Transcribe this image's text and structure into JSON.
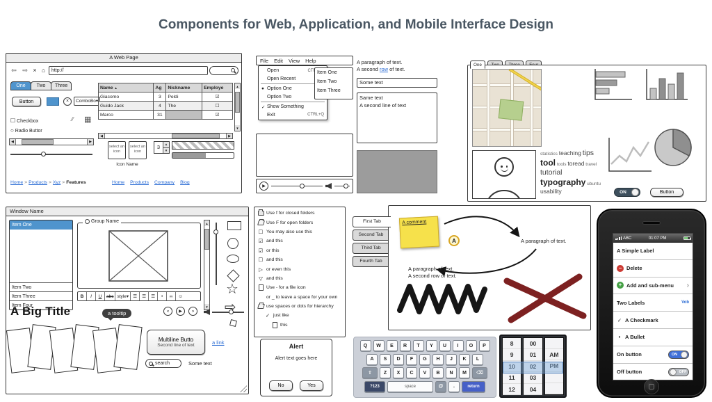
{
  "page_title": "Components for Web, Application, and Mobile Interface Design",
  "icons": {
    "back": "⇦",
    "forward": "⇨",
    "close": "×",
    "home": "⌂",
    "sort_asc": "▲",
    "caret_down": "▾",
    "check": "✓",
    "bullet": "•",
    "radio_off": "○",
    "checkbox_on": "☑",
    "checkbox_off": "☐",
    "play": "▶",
    "rewind": "«",
    "fastforward": "»",
    "chevron_right": "›",
    "scroll_left": "◀",
    "scroll_right": "▶",
    "scroll_up": "▲",
    "scroll_down": "▼",
    "stepper_up": "▲",
    "stepper_down": "▼",
    "plus": "+",
    "minus": "−",
    "star": "☆",
    "block_arrow": "⇨",
    "calendar": "▦",
    "slashes": "⁄⁄",
    "triangle_right": "▷",
    "triangle_down": "▽"
  },
  "browser": {
    "window_title": "A Web Page",
    "url": "http://",
    "tabs": [
      "One",
      "Two",
      "Three"
    ],
    "button": "Button",
    "combobox": "ComboBo",
    "checkbox": "Checkbox",
    "radio": "Radio Buttor",
    "table": {
      "headers": [
        "Name",
        "Ag",
        "Nickname",
        "Employe"
      ],
      "rows": [
        {
          "name": "Giacomo",
          "age": "3",
          "nickname": "Peldi",
          "employee": "☑"
        },
        {
          "name": "Guido Jack",
          "age": "4",
          "nickname": "The",
          "employee": "☐"
        },
        {
          "name": "Marco",
          "age": "31",
          "nickname": "",
          "employee": "☑"
        }
      ]
    },
    "icon_picker": {
      "box_label": "select an icon",
      "caption": "Icon Name"
    },
    "stepper_value": "3",
    "breadcrumb": {
      "items": [
        "Home",
        "Products",
        "Xyz"
      ],
      "separator": ">",
      "current": "Features"
    },
    "nav_links": [
      "Home",
      "Products",
      "Company",
      "Blog"
    ]
  },
  "menu_demo": {
    "menubar": [
      "File",
      "Edit",
      "View",
      "Help"
    ],
    "dropdown": [
      {
        "prefix": "",
        "label": "Open",
        "shortcut": "CTRL+C"
      },
      {
        "prefix": "",
        "label": "Open Recent",
        "shortcut": ""
      },
      {
        "prefix": "●",
        "label": "Option One",
        "shortcut": ""
      },
      {
        "prefix": "",
        "label": "Option Two",
        "shortcut": ""
      },
      {
        "prefix": "✓",
        "label": "Show Something",
        "shortcut": ""
      },
      {
        "prefix": "",
        "label": "Exit",
        "shortcut": "CTRL+Q"
      }
    ],
    "list_items": [
      "Item One",
      "Item Two",
      "Item Three"
    ]
  },
  "texts": {
    "para_line1": "A paragraph of text.",
    "para_line2_pre": "A second ",
    "para_line2_link": "row",
    "para_line2_post": " of text.",
    "field_value": "Some text",
    "area_line1": "Same text",
    "area_line2": "A second line of text"
  },
  "charts_panel": {
    "tabs": [
      "One",
      "Two",
      "Three",
      "Four"
    ],
    "widgets": [
      "map",
      "horizontal-bar-chart",
      "vertical-bar-chart",
      "smiley-avatar",
      "tag-cloud",
      "line-chart",
      "pie-chart"
    ],
    "tag_cloud": [
      "statistics",
      "teaching",
      "tips",
      "tool",
      "tools",
      "toread",
      "travel",
      "tutorial",
      "typography",
      "ubuntu",
      "usability"
    ],
    "toggle_on": "ON",
    "button": "Button"
  },
  "window": {
    "title": "Window Name",
    "list": [
      "Item One",
      "Item Two",
      "Item Three",
      "Item Four"
    ],
    "group_label": "Group Name",
    "toolbar": [
      "B",
      "I",
      "U",
      "abc",
      "style",
      "☰",
      "☰",
      "☰",
      "•",
      "∞",
      "☺"
    ],
    "big_title": "A Big Title",
    "tooltip": "a tooltip",
    "multiline_button_line1": "Multiline Butto",
    "multiline_button_line2": "Second line of text",
    "link": "a link",
    "search_label": "search",
    "some_text": "Some text"
  },
  "tree": {
    "items": [
      {
        "icon": "folder-closed",
        "label": "Use f for closed folders",
        "indent": 0
      },
      {
        "icon": "folder-open",
        "label": "Use F for open folders",
        "indent": 0
      },
      {
        "icon": "checkbox-unchecked",
        "label": "You may also use this",
        "indent": 0
      },
      {
        "icon": "checkbox-checked",
        "label": "and this",
        "indent": 0
      },
      {
        "icon": "checkbox-checked",
        "label": "or this",
        "indent": 0
      },
      {
        "icon": "checkbox-unchecked",
        "label": "and this",
        "indent": 0
      },
      {
        "icon": "triangle-right",
        "label": "or even this",
        "indent": 0
      },
      {
        "icon": "triangle-down",
        "label": "and this",
        "indent": 0
      },
      {
        "icon": "file",
        "label": "Use - for a file icon",
        "indent": 0
      },
      {
        "icon": "blank",
        "label": "or _ to leave a space for your own",
        "indent": 0
      },
      {
        "icon": "folder-open",
        "label": "use spaces or dots for hierarchy",
        "indent": 0
      },
      {
        "icon": "check",
        "label": "just like",
        "indent": 1
      },
      {
        "icon": "file",
        "label": "this",
        "indent": 2
      }
    ]
  },
  "side_tabs": [
    "First Tab",
    "Second Tab",
    "Third Tab",
    "Fourth Tab"
  ],
  "canvas": {
    "sticky_note": "A comment",
    "annotation_letter": "A",
    "caption_right": "A paragraph of text.",
    "para_line1": "A paragraph of text.",
    "para_line2": "A second row of text."
  },
  "alert": {
    "title": "Alert",
    "message": "Alert text goes here",
    "no": "No",
    "yes": "Yes"
  },
  "keyboard": {
    "row1": [
      "Q",
      "W",
      "E",
      "R",
      "T",
      "Y",
      "U",
      "I",
      "O",
      "P"
    ],
    "row2": [
      "A",
      "S",
      "D",
      "F",
      "G",
      "H",
      "J",
      "K",
      "L"
    ],
    "row3_shift": "⇧",
    "row3": [
      "Z",
      "X",
      "C",
      "V",
      "B",
      "N",
      "M"
    ],
    "row3_backspace": "⌫",
    "row4": [
      "?123",
      "space",
      "@",
      ".",
      "return"
    ]
  },
  "time_picker": {
    "hours": [
      "8",
      "9",
      "10",
      "11",
      "12"
    ],
    "minutes": [
      "00",
      "01",
      "02",
      "03",
      "04"
    ],
    "periods": [
      "",
      "AM",
      "PM",
      "",
      ""
    ],
    "selected": {
      "hour": "10",
      "minute": "02",
      "period": "PM"
    }
  },
  "phone": {
    "carrier": "ABC",
    "time": "01:07 PM",
    "rows": [
      {
        "label": "A Simple Label"
      },
      {
        "label": "Delete",
        "icon": "delete"
      },
      {
        "label": "Add and sub-menu",
        "icon": "add",
        "accessory": "chevron"
      },
      {
        "label": "Two Labels",
        "badge": "Vob"
      },
      {
        "label": "A Checkmark",
        "icon": "check"
      },
      {
        "label": "A Bullet",
        "icon": "bullet"
      },
      {
        "label": "On button",
        "toggle": "ON"
      },
      {
        "label": "Off button",
        "toggle": "OFF"
      }
    ]
  },
  "colors": {
    "accent_blue": "#4f94cd",
    "link_blue": "#2b6cd4",
    "sticky_yellow": "#f6e14b",
    "marker_red": "#7d2121",
    "toggle_blue": "#3f6fd8",
    "title_gray": "#4a5763"
  }
}
